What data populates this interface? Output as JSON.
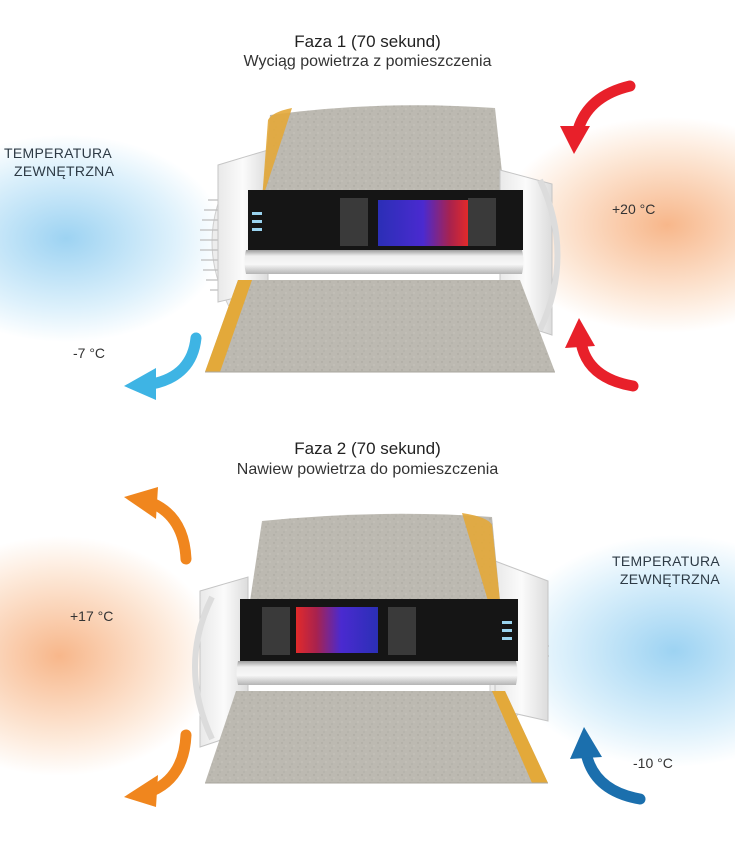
{
  "phase1": {
    "title": "Faza 1 (70 sekund)",
    "subtitle": "Wyciąg powietrza z pomieszczenia",
    "outside_label_line1": "TEMPERATURA",
    "outside_label_line2": "ZEWNĘTRZNA",
    "inside_temperature": "+20 °C",
    "outside_temperature": "-7 °C"
  },
  "phase2": {
    "title": "Faza 2 (70 sekund)",
    "subtitle": "Nawiew powietrza do pomieszczenia",
    "outside_label_line1": "TEMPERATURA",
    "outside_label_line2": "ZEWNĘTRZNA",
    "inside_temperature": "+17 °C",
    "outside_temperature": "-10 °C"
  },
  "colors": {
    "warm_air_arrow": "#e8202a",
    "supply_arrow": "#f0861e",
    "cold_exhaust_arrow": "#3eb4e4",
    "cold_intake_arrow": "#1b6fad",
    "concrete": "#b9b6ae",
    "insulation": "#e3a93a"
  },
  "icons": {
    "arrow_style": "curved-arrow-icon"
  }
}
